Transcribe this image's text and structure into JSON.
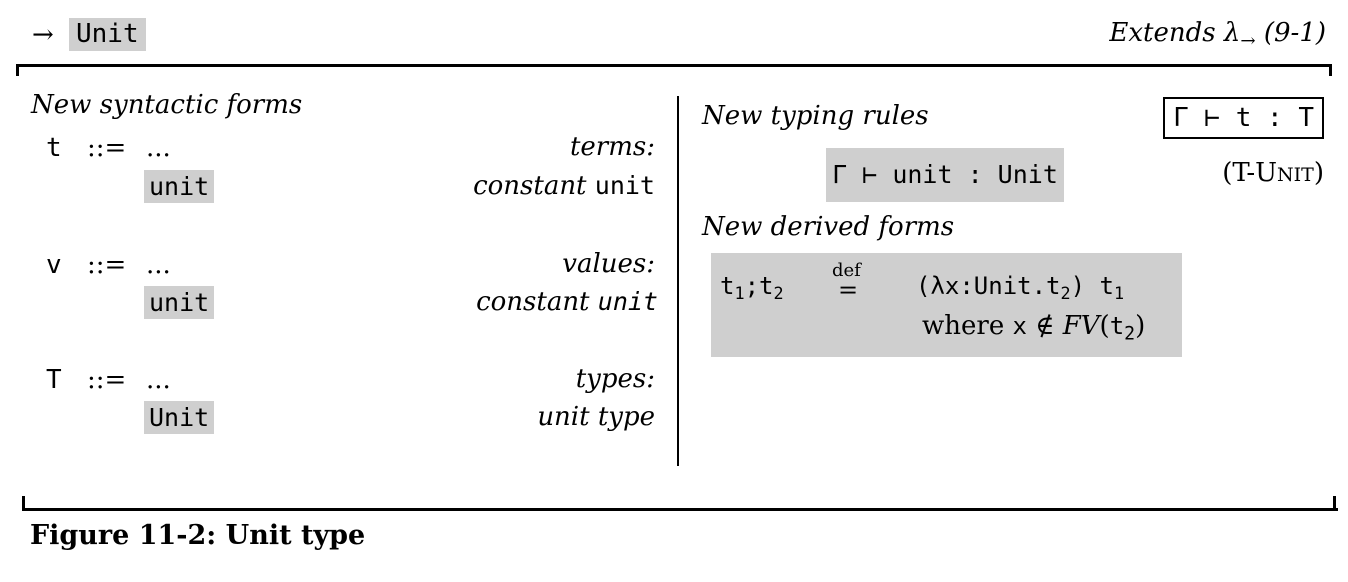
{
  "header": {
    "arrow": "→",
    "unit_label": "Unit",
    "extends_text": "Extends λ",
    "extends_sub": "→",
    "extends_ref": "(9-1)"
  },
  "syntax": {
    "heading": "New syntactic forms",
    "rows": [
      {
        "meta": "t",
        "def": "::=",
        "ellipsis": "...",
        "category": "terms:",
        "keyword": "unit",
        "desc_word": "constant",
        "desc_code": "unit"
      },
      {
        "meta": "v",
        "def": "::=",
        "ellipsis": "...",
        "category": "values:",
        "keyword": "unit",
        "desc_word": "constant",
        "desc_code": "unit"
      },
      {
        "meta": "T",
        "def": "::=",
        "ellipsis": "...",
        "category": "types:",
        "keyword": "Unit",
        "desc_word": "unit type",
        "desc_code": ""
      }
    ]
  },
  "typing": {
    "heading": "New typing rules",
    "judgement": "Γ ⊢ t : T",
    "rule_body": "Γ ⊢ unit : Unit",
    "rule_name_prefix": "(T-U",
    "rule_name_smallcaps": "NIT",
    "rule_name_suffix": ")"
  },
  "derived": {
    "heading": "New derived forms",
    "lhs_t": "t",
    "lhs_sub1": "1",
    "lhs_sep": ";",
    "lhs_sub2": "2",
    "defeq_top": "def",
    "defeq_sym": "=",
    "rhs_open": "(λx:Unit.t",
    "rhs_sub2": "2",
    "rhs_close": ") t",
    "rhs_sub1": "1",
    "where_word": "where",
    "where_var": "x",
    "where_notin": "∉",
    "where_fv": "FV",
    "where_arg_open": "(",
    "where_arg": "t",
    "where_arg_sub": "2",
    "where_arg_close": ")"
  },
  "caption": "Figure 11-2: Unit type"
}
